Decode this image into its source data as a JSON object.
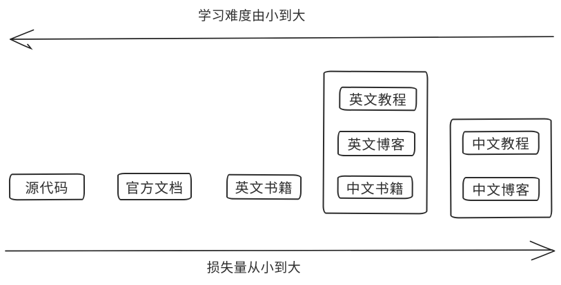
{
  "diagram": {
    "background": "#ffffff",
    "ink_color": "#222222",
    "top_axis": {
      "label": "学习难度由小到大",
      "arrow_direction": "left"
    },
    "bottom_axis": {
      "label": "损失量从小到大",
      "arrow_direction": "right"
    },
    "standalone_boxes": [
      {
        "label": "源代码"
      },
      {
        "label": "官方文档"
      },
      {
        "label": "英文书籍"
      }
    ],
    "groups": [
      {
        "items": [
          {
            "label": "英文教程"
          },
          {
            "label": "英文博客"
          },
          {
            "label": "中文书籍"
          }
        ]
      },
      {
        "items": [
          {
            "label": "中文教程"
          },
          {
            "label": "中文博客"
          }
        ]
      }
    ]
  }
}
